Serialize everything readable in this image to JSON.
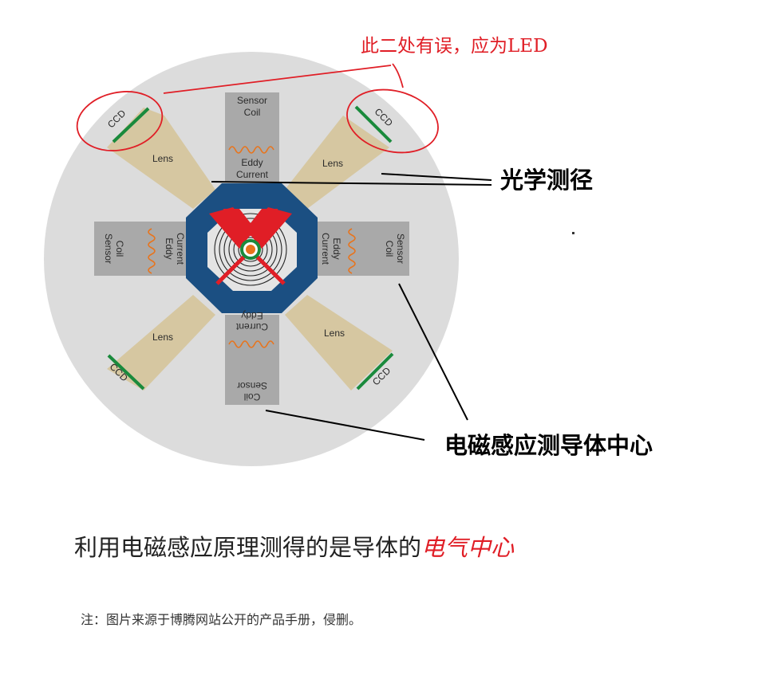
{
  "labels": {
    "sensor": "Sensor",
    "coil": "Coil",
    "eddy": "Eddy",
    "current": "Current",
    "lens": "Lens",
    "ccd": "CCD"
  },
  "annotations": {
    "error_note": "此二处有误，应为LED",
    "optical": "光学测径",
    "electromagnetic": "电磁感应测导体中心"
  },
  "caption": {
    "main": "利用电磁感应原理测得的是导体的",
    "highlight": "电气中心"
  },
  "note": "注：图片来源于博腾网站公开的产品手册，侵删。",
  "colors": {
    "disc": "#dcdcdc",
    "sensor_block": "#a9a9a9",
    "lens": "#d6c7a1",
    "ccd_bar": "#1a8a3c",
    "octagon": "#1b4f82",
    "cross": "#e01e26",
    "eddy_wave": "#e8741c",
    "annotation_red": "#e01e26"
  }
}
